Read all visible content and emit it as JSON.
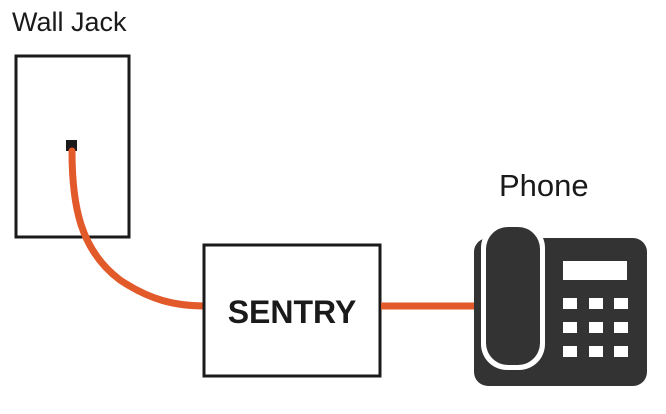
{
  "labels": {
    "wall_jack": "Wall Jack",
    "phone": "Phone",
    "sentry": "SENTRY"
  },
  "colors": {
    "cable": "#e35a2a",
    "outline": "#1a1a1a",
    "phone_body": "#333333",
    "background": "#ffffff"
  },
  "icons": {
    "phone": "desk-phone-icon",
    "jack_port": "jack-port-icon"
  }
}
